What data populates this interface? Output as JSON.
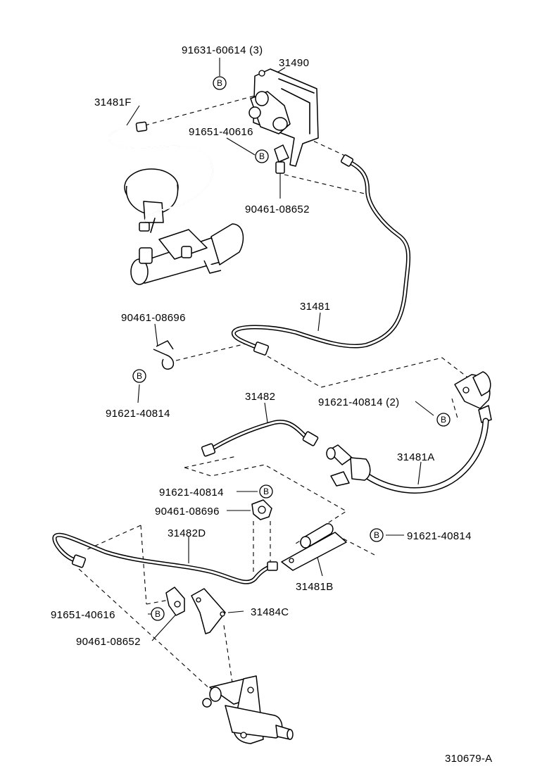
{
  "diagram": {
    "code": "310679-A",
    "bolt_marker": "B",
    "labels": {
      "p_91631_60614": "91631-60614 (3)",
      "p_31490": "31490",
      "p_31481F": "31481F",
      "p_91651_40616_top": "91651-40616",
      "p_90461_08652_top": "90461-08652",
      "p_31481": "31481",
      "p_90461_08696_a": "90461-08696",
      "p_91621_40814_a": "91621-40814",
      "p_31482": "31482",
      "p_91621_40814_2": "91621-40814 (2)",
      "p_31481A": "31481A",
      "p_91621_40814_b": "91621-40814",
      "p_90461_08696_b": "90461-08696",
      "p_31482D": "31482D",
      "p_91621_40814_c": "91621-40814",
      "p_31481B": "31481B",
      "p_91651_40616_bot": "91651-40616",
      "p_31484C": "31484C",
      "p_90461_08652_bot": "90461-08652"
    }
  }
}
